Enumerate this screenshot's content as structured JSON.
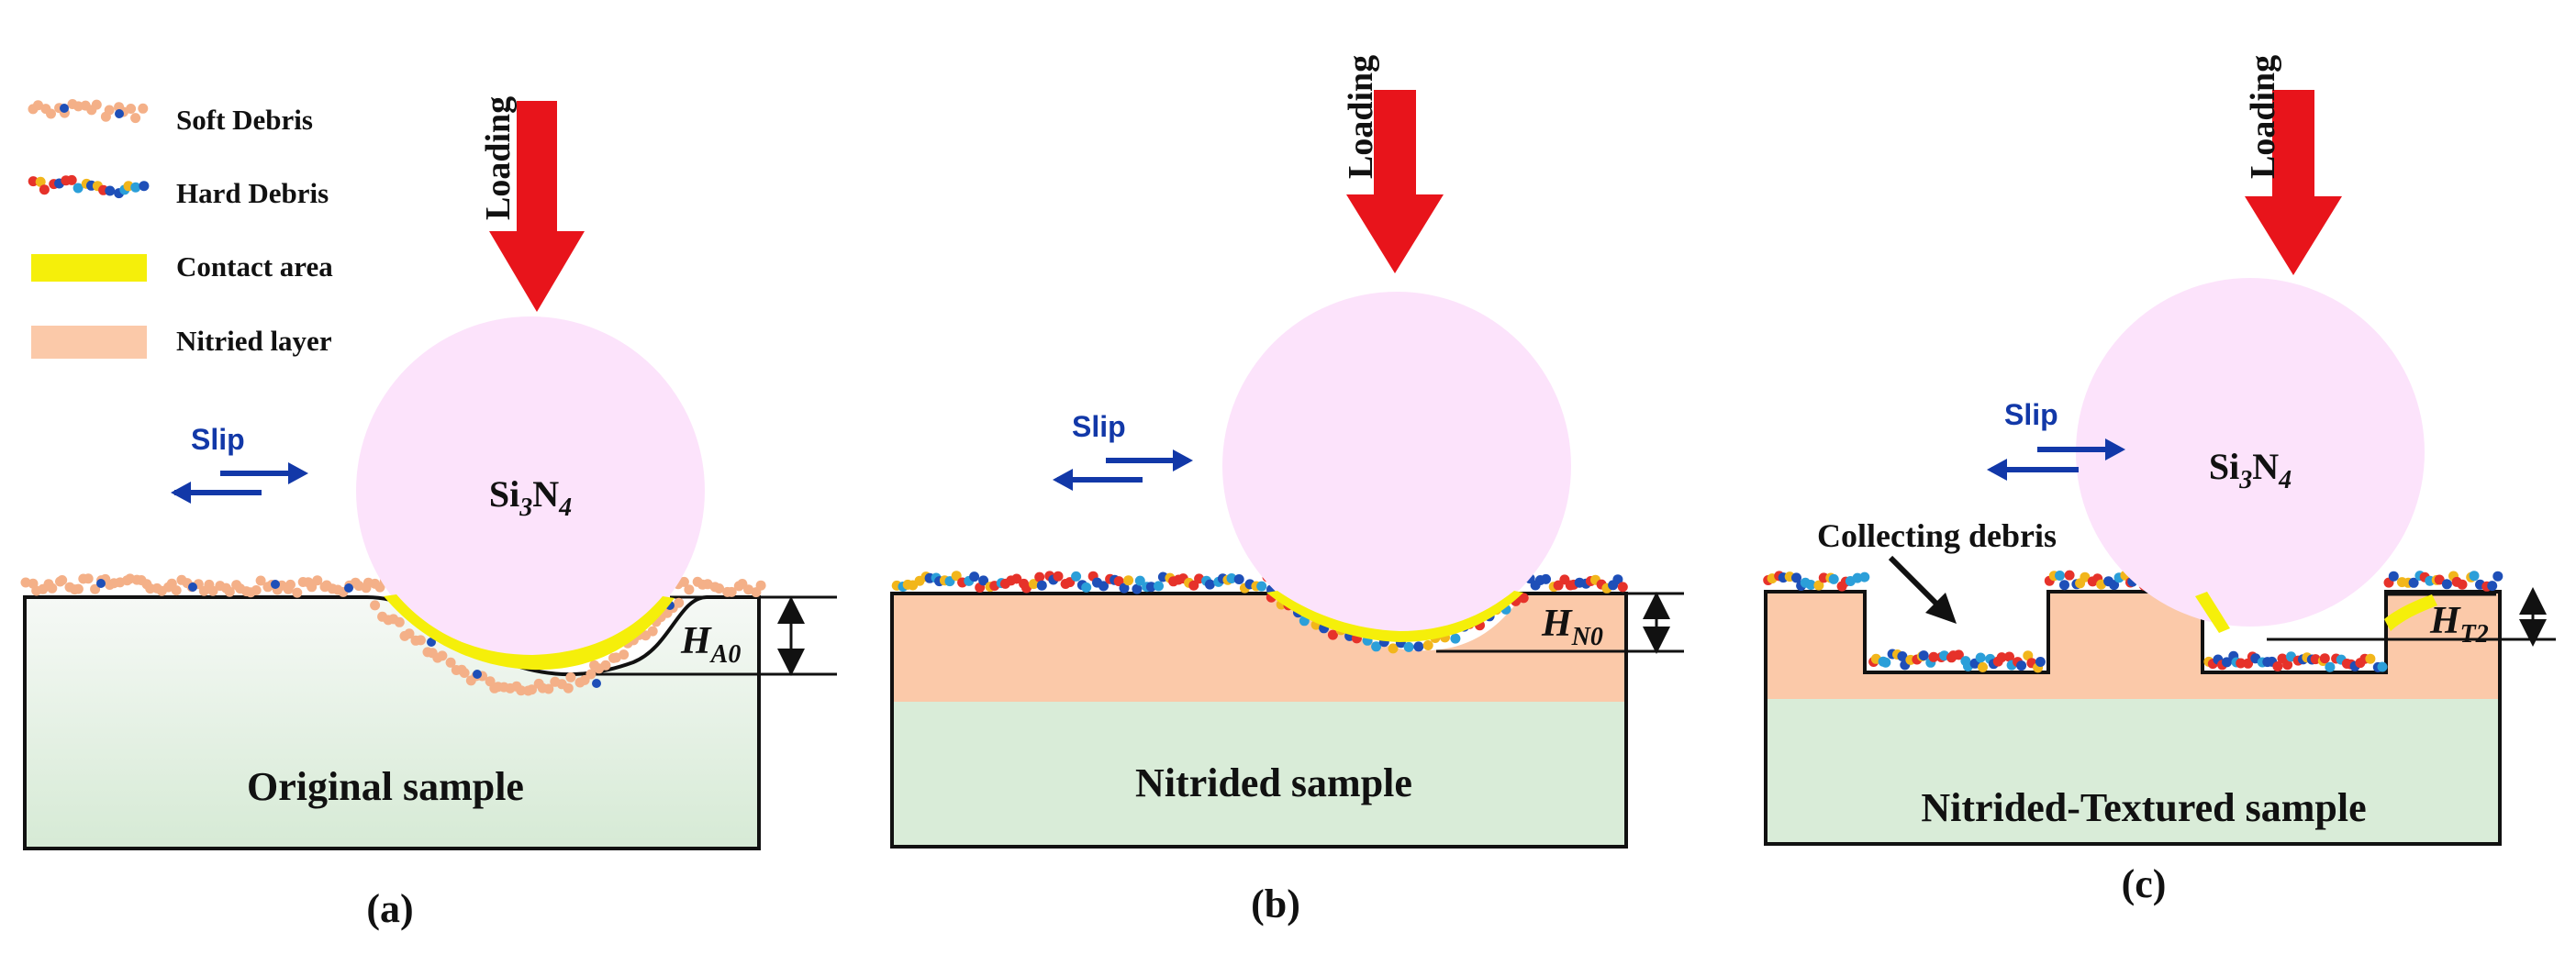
{
  "legend": {
    "soft_debris": "Soft Debris",
    "hard_debris": "Hard Debris",
    "contact_area": "Contact area",
    "nitried_layer": "Nitried layer"
  },
  "common": {
    "loading": "Loading",
    "slip": "Slip",
    "ball_main": "Si",
    "ball_sub1": "3",
    "ball_mid": "N",
    "ball_sub2": "4"
  },
  "panel_a": {
    "sample": "Original sample",
    "caption": "(a)",
    "height_main": "H",
    "height_sub": "A0"
  },
  "panel_b": {
    "sample": "Nitrided sample",
    "caption": "(b)",
    "height_main": "H",
    "height_sub": "N0"
  },
  "panel_c": {
    "sample": "Nitrided-Textured sample",
    "caption": "(c)",
    "height_main": "H",
    "height_sub": "T2",
    "collecting": "Collecting debris"
  },
  "colors": {
    "ball": "#fce3fb",
    "arrow_red": "#e8141b",
    "slip_blue": "#1238a8",
    "contact_yellow": "#f5ef0a",
    "nitried_layer": "#fbc9a9",
    "substrate_green": "#d9ecd8",
    "substrate_light": "#f4f8f4",
    "soft_debris": "#f4b088",
    "hard_debris_colors": [
      "#e6322a",
      "#f2b61b",
      "#2b9fd9",
      "#1e4fb8"
    ]
  },
  "icons": {
    "loading_arrow": "down-arrow-icon",
    "slip_arrow": "double-arrow-icon",
    "dimension": "double-headed-dimension-icon"
  }
}
